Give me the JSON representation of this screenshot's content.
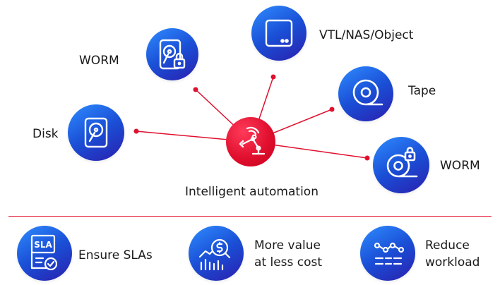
{
  "diagram": {
    "hub": {
      "label": "Intelligent automation",
      "icon": "robot-arm-icon"
    },
    "storage_targets": [
      {
        "id": "worm-disk",
        "label": "WORM",
        "icon": "hard-disk-lock-icon"
      },
      {
        "id": "vtl",
        "label": "VTL/NAS/Object",
        "icon": "storage-appliance-icon"
      },
      {
        "id": "tape",
        "label": "Tape",
        "icon": "tape-icon"
      },
      {
        "id": "disk",
        "label": "Disk",
        "icon": "hard-disk-icon"
      },
      {
        "id": "worm-tape",
        "label": "WORM",
        "icon": "tape-lock-icon"
      }
    ]
  },
  "benefits": [
    {
      "label": "Ensure SLAs",
      "icon": "sla-document-check-icon",
      "badge": "SLA"
    },
    {
      "label_line1": "More value",
      "label_line2": "at less cost",
      "icon": "cost-magnifier-chart-icon"
    },
    {
      "label_line1": "Reduce",
      "label_line2": "workload",
      "icon": "workflow-list-icon"
    }
  ],
  "colors": {
    "accent_red": "#e0102e",
    "icon_blue_start": "#2f8cff",
    "icon_blue_end": "#2a1fae"
  }
}
